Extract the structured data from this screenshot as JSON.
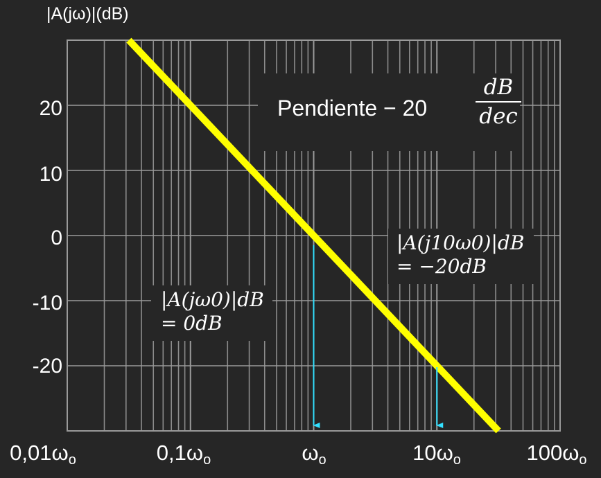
{
  "chart_data": {
    "type": "line",
    "ylabel": "|A(jω)|(dB)",
    "x_ticks": [
      "0,01ω",
      "0,1ω",
      "ω",
      "10ω",
      "100ω"
    ],
    "x_tick_sub": "o",
    "x_scale": "log",
    "y_ticks": [
      "20",
      "10",
      "0",
      "-10",
      "-20"
    ],
    "ylim": [
      -30,
      30
    ],
    "xlim_decades": [
      0,
      4
    ],
    "grid": true,
    "series": [
      {
        "color": "#ffff00",
        "x_decades": [
          0.5,
          3.5
        ],
        "y": [
          30,
          -30
        ]
      }
    ],
    "markers": [
      {
        "x_decades": 2,
        "y": 0,
        "color": "#33e0ff"
      },
      {
        "x_decades": 3,
        "y": -20,
        "color": "#33e0ff"
      }
    ],
    "annotations": {
      "slope_word": "Pendiente − 20",
      "slope_num": "dB",
      "slope_den": "dec",
      "a0_top": "|A(jω0)|dB",
      "a0_bottom": "= 0dB",
      "a10_top": "|A(j10ω0)|dB",
      "a10_bottom": "= −20dB"
    }
  }
}
